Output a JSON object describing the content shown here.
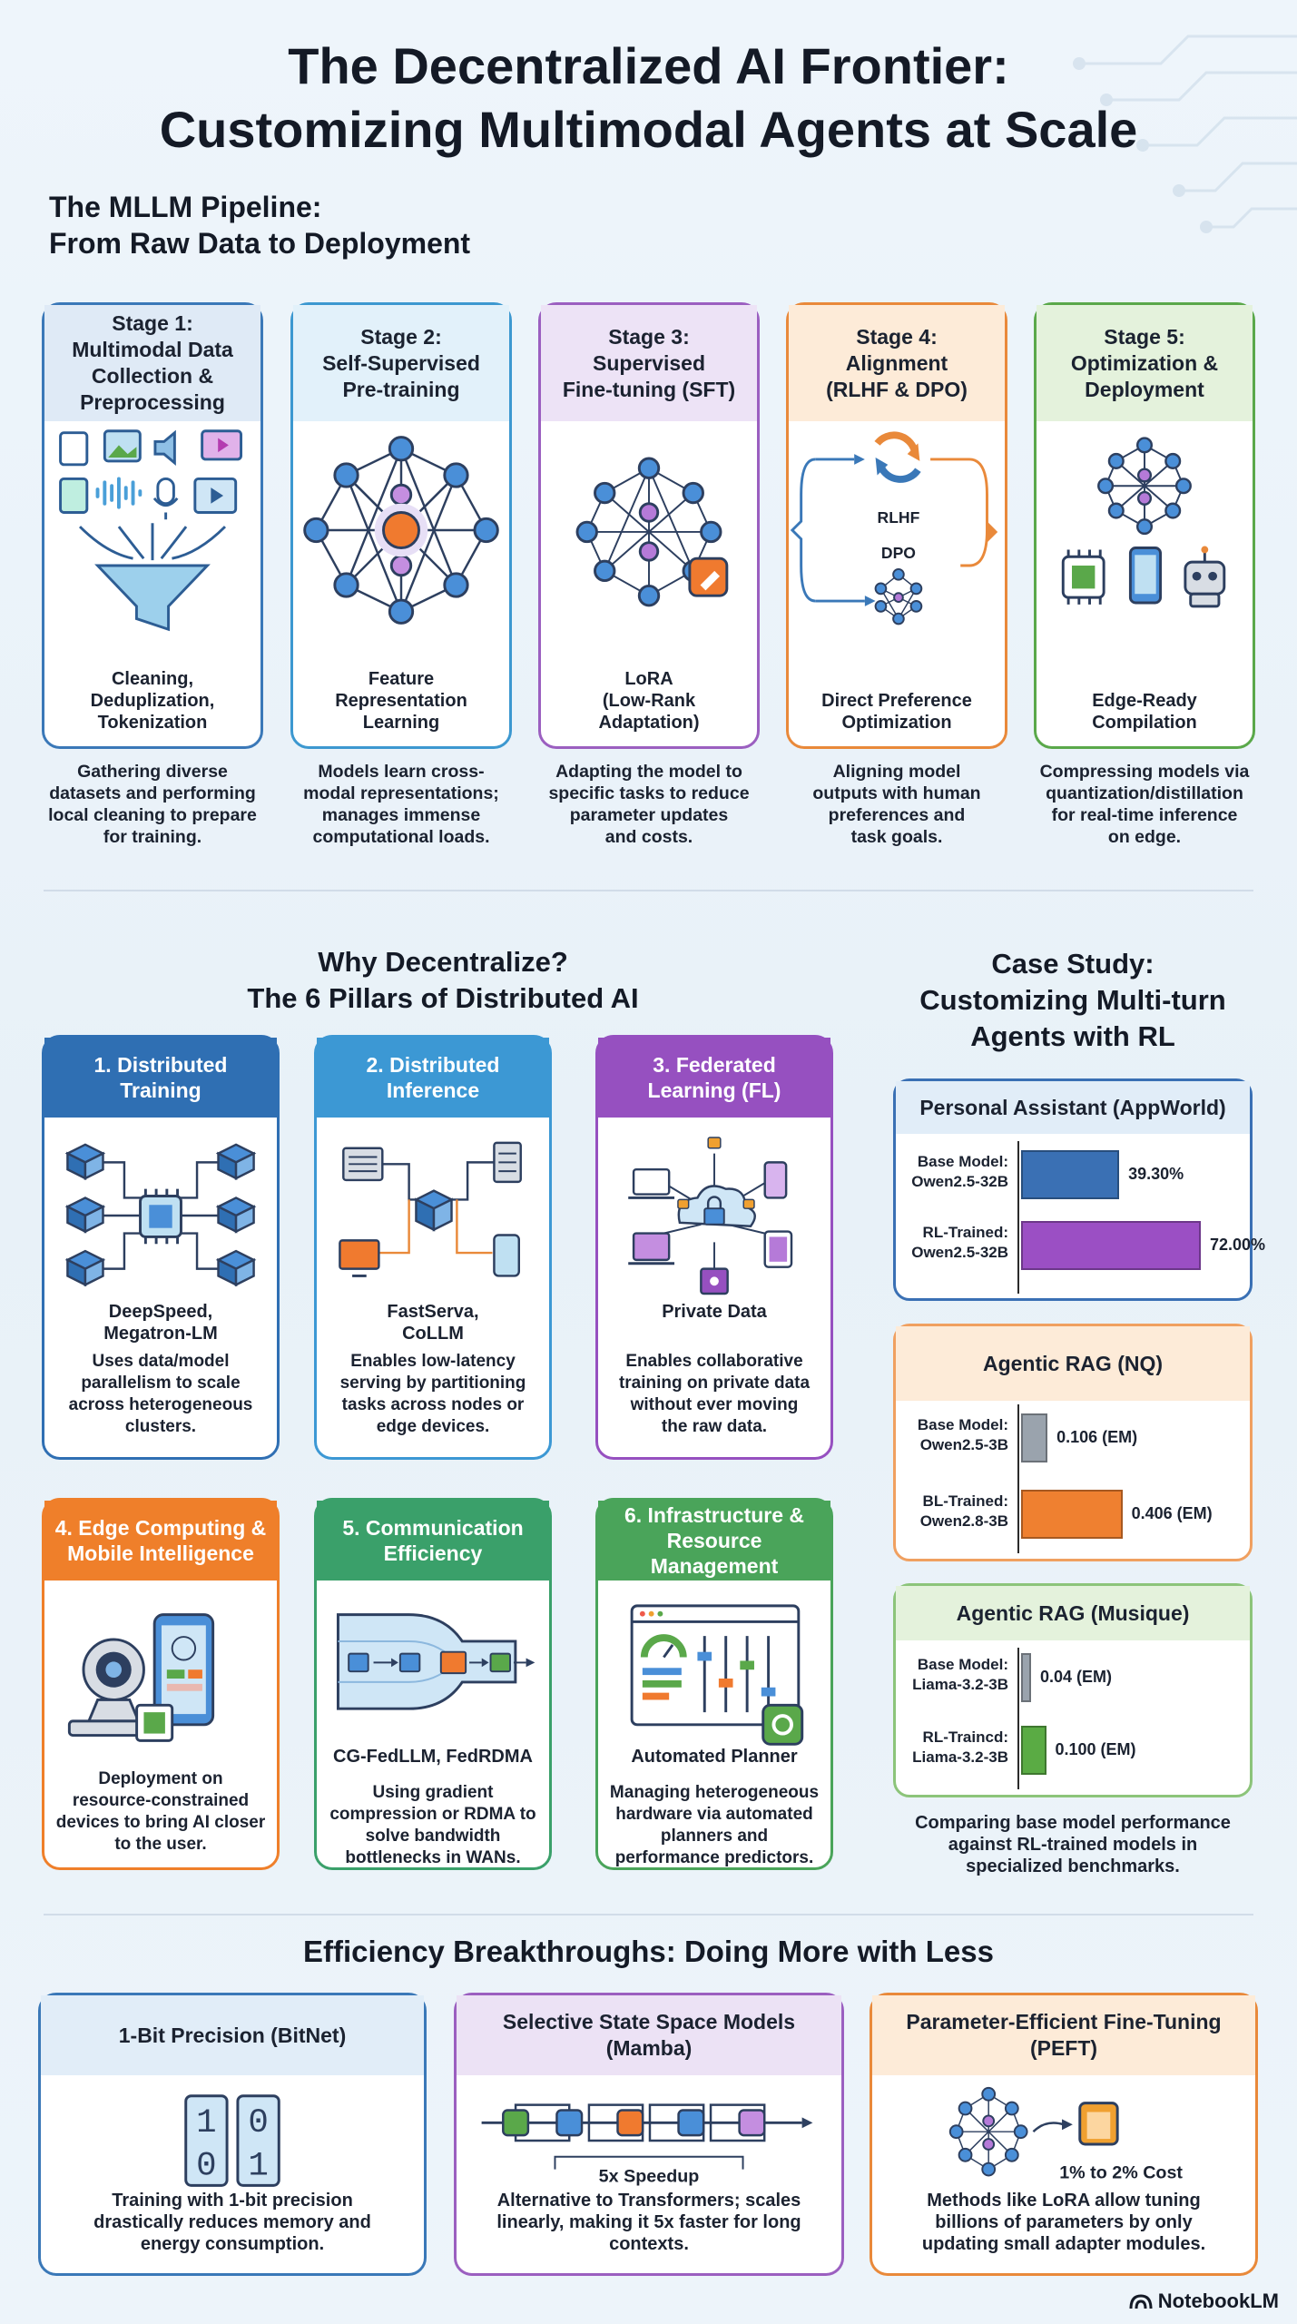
{
  "title": "The Decentralized AI Frontier:\nCustomizing Multimodal Agents at Scale",
  "pipeline": {
    "title": "The MLLM Pipeline:\nFrom Raw Data to Deployment",
    "stages": [
      {
        "title": "Stage 1:\nMultimodal Data Collection &\nPreprocessing",
        "caption": "Cleaning,\nDeduplization,\nTokenization",
        "desc": "Gathering diverse\ndatasets and performing\nlocal cleaning to prepare\nfor training.",
        "color": "#3a78b8"
      },
      {
        "title": "Stage 2:\nSelf-Supervised\nPre-training",
        "caption": "Feature\nRepresentation\nLearning",
        "desc": "Models learn cross-\nmodal representations;\nmanages immense\ncomputational loads.",
        "color": "#3c98d0"
      },
      {
        "title": "Stage 3:\nSupervised\nFine-tuning (SFT)",
        "caption": "LoRA\n(Low-Rank Adaptation)",
        "desc": "Adapting the model to\nspecific tasks to reduce\nparameter updates\nand costs.",
        "color": "#9b5fc0"
      },
      {
        "title": "Stage 4:\nAlignment\n(RLHF & DPO)",
        "caption": "Direct Preference\nOptimization",
        "rlhf": "RLHF",
        "dpo": "DPO",
        "desc": "Aligning model\noutputs with human\npreferences and\ntask goals.",
        "color": "#e9893a"
      },
      {
        "title": "Stage 5:\nOptimization &\nDeployment",
        "caption": "Edge-Ready\nCompilation",
        "desc": "Compressing models via\nquantization/distillation\nfor real-time inference\non edge.",
        "color": "#5aa84a"
      }
    ]
  },
  "pillars": {
    "title": "Why Decentralize?\nThe 6 Pillars of Distributed AI",
    "items": [
      {
        "title": "1. Distributed\nTraining",
        "tools": "DeepSpeed,\nMegatron-LM",
        "desc": "Uses data/model\nparallelism to scale\nacross heterogeneous\nclusters.",
        "color": "#2f6fb3"
      },
      {
        "title": "2. Distributed\nInference",
        "tools": "FastServa,\nCoLLM",
        "desc": "Enables low-latency\nserving by partitioning\ntasks across nodes or\nedge devices.",
        "color": "#3c98d4"
      },
      {
        "title": "3. Federated\nLearning (FL)",
        "tools": "Private Data",
        "desc": "Enables collaborative\ntraining on private data\nwithout ever moving\nthe raw data.",
        "color": "#9650c0"
      },
      {
        "title": "4. Edge Computing &\nMobile Intelligence",
        "tools": "",
        "desc": "Deployment on\nresource-constrained\ndevices to bring AI closer\nto the user.",
        "color": "#ef7f2a"
      },
      {
        "title": "5. Communication\nEfficiency",
        "tools": "CG-FedLLM, FedRDMA",
        "desc": "Using gradient\ncompression or RDMA to\nsolve bandwidth\nbottlenecks in WANs.",
        "color": "#3aa06a"
      },
      {
        "title": "6. Infrastructure &\nResource Management",
        "tools": "Automated Planner",
        "desc": "Managing heterogeneous\nhardware via automated\nplanners and\nperformance predictors.",
        "color": "#4aa45a"
      }
    ]
  },
  "case_study": {
    "title": "Case Study:\nCustomizing Multi-turn\nAgents with RL",
    "footer": "Comparing base model performance\nagainst RL-trained models in\nspecialized benchmarks.",
    "axis_max": 0.8
  },
  "chart_data": [
    {
      "type": "bar",
      "title": "Personal Assistant (AppWorld)",
      "categories": [
        "Base Model:\nOwen2.5-32B",
        "RL-Trained:\nOwen2.5-32B"
      ],
      "values": [
        0.393,
        0.72
      ],
      "labels": [
        "39.30%",
        "72.00%"
      ],
      "colors": [
        "#3a70b4",
        "#9b4fc4"
      ],
      "header_color": "#e1edf8",
      "border": "#3a70b4"
    },
    {
      "type": "bar",
      "title": "Agentic RAG (NQ)",
      "categories": [
        "Base Model:\nOwen2.5-3B",
        "BL-Trained:\nOwen2.8-3B"
      ],
      "values": [
        0.106,
        0.406
      ],
      "labels": [
        "0.106 (EM)",
        "0.406 (EM)"
      ],
      "colors": [
        "#9aa3ad",
        "#ef8030"
      ],
      "header_color": "#fdebd8",
      "border": "#f0a060"
    },
    {
      "type": "bar",
      "title": "Agentic RAG (Musique)",
      "categories": [
        "Base Model:\nLiama-3.2-3B",
        "RL-Traincd:\nLiama-3.2-3B"
      ],
      "values": [
        0.04,
        0.1
      ],
      "labels": [
        "0.04 (EM)",
        "0.100 (EM)"
      ],
      "colors": [
        "#9aa3ad",
        "#5aab44"
      ],
      "header_color": "#e4f2dc",
      "border": "#8cc47a"
    }
  ],
  "efficiency": {
    "title": "Efficiency Breakthroughs: Doing More with Less",
    "cards": [
      {
        "title": "1-Bit Precision (BitNet)",
        "desc": "Training with 1-bit precision\ndrastically reduces memory and\nenergy consumption.",
        "color": "#3a78b8",
        "header": "#e1edf8",
        "bits": [
          "1",
          "0",
          "0",
          "1"
        ]
      },
      {
        "title": "Selective State Space Models\n(Mamba)",
        "desc": "Alternative to Transformers; scales\nlinearly, making it 5x faster for long\ncontexts.",
        "color": "#9b5fc0",
        "header": "#ece2f5",
        "speedup": "5x Speedup"
      },
      {
        "title": "Parameter-Efficient Fine-Tuning\n(PEFT)",
        "desc": "Methods like LoRA allow tuning\nbillions of parameters by only\nupdating small adapter modules.",
        "color": "#e9893a",
        "header": "#fdebd8",
        "cost": "1% to 2% Cost"
      }
    ]
  },
  "brand": "NotebookLM"
}
